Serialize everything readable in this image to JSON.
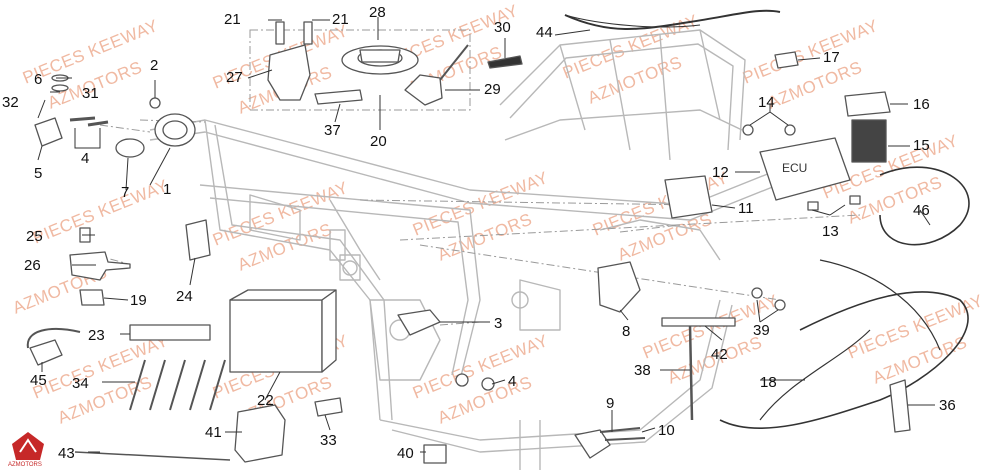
{
  "watermark": {
    "line1": "PIECES KEEWAY",
    "line2": "AZMOTORS"
  },
  "logo": {
    "text": "AZMOTORS",
    "color": "#c62828"
  },
  "colors": {
    "frame": "#b8b8b8",
    "parts": "#555555",
    "leader": "#333333",
    "watermark": "#f0b9a2"
  },
  "ecu": {
    "label": "ECU"
  },
  "callouts": {
    "c1": "1",
    "c2": "2",
    "c3": "3",
    "c4a": "4",
    "c4b": "4",
    "c5": "5",
    "c6": "6",
    "c7": "7",
    "c8": "8",
    "c9": "9",
    "c10": "10",
    "c11": "11",
    "c12": "12",
    "c13": "13",
    "c14": "14",
    "c15": "15",
    "c16": "16",
    "c17": "17",
    "c18": "18",
    "c19": "19",
    "c20": "20",
    "c21a": "21",
    "c21b": "21",
    "c22": "22",
    "c23": "23",
    "c24": "24",
    "c25": "25",
    "c26": "26",
    "c27": "27",
    "c28": "28",
    "c29": "29",
    "c30": "30",
    "c31": "31",
    "c32": "32",
    "c33": "33",
    "c34": "34",
    "c36": "36",
    "c37": "37",
    "c38": "38",
    "c39": "39",
    "c40": "40",
    "c41": "41",
    "c42": "42",
    "c43": "43",
    "c44": "44",
    "c45": "45",
    "c46": "46"
  }
}
